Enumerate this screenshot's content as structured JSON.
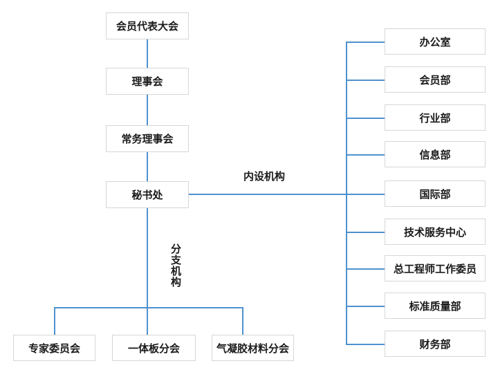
{
  "chart": {
    "type": "org-diagram",
    "root_chain": [
      "会员代表大会",
      "理事会",
      "常务理事会",
      "秘书处"
    ],
    "internal_group_label": "内设机构",
    "branch_group_label": "分支机构",
    "internal_departments": [
      "办公室",
      "会员部",
      "行业部",
      "信息部",
      "国际部",
      "技术服务中心",
      "总工程师工作委员",
      "标准质量部",
      "财务部"
    ],
    "branch_organizations": [
      "专家委员会",
      "一体板分会",
      "气凝胶材料分会"
    ],
    "colors": {
      "line": "#4e91cf",
      "node_border": "#d6d6d6",
      "node_bg": "#ffffff",
      "canvas_bg": "#ffffff",
      "text": "#1a1a1a"
    }
  }
}
